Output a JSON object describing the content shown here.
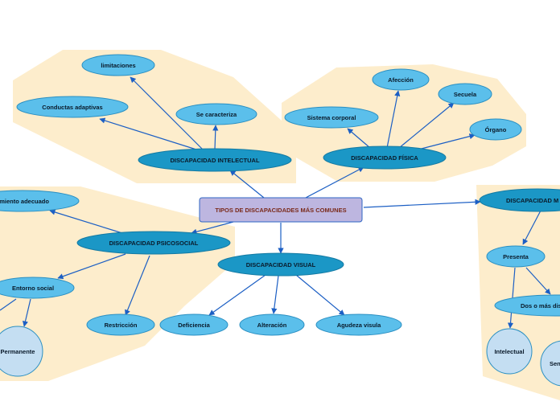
{
  "colors": {
    "region_fill": "#fdedcc",
    "main_node": "#1b97c6",
    "main_node_stroke": "#147aa3",
    "leaf_node": "#5bbfeb",
    "leaf_stroke": "#2a8fc2",
    "circle_node": "#c4def2",
    "central_fill": "#bdb6e0",
    "central_stroke": "#2f66c3",
    "edge": "#1c5fc4"
  },
  "central": {
    "label": "TIPOS DE DISCAPACIDADES MÁS COMUNES"
  },
  "intelectual": {
    "label": "DISCAPACIDAD INTELECTUAL",
    "se_caracteriza": "Se caracteriza",
    "limitaciones": "limitaciones",
    "conductas": "Conductas adaptivas"
  },
  "fisica": {
    "label": "DISCAPACIDAD FÍSICA",
    "afeccion": "Afección",
    "secuela": "Secuela",
    "organo": "Órgano",
    "sistema": "Sistema corporal"
  },
  "psicosocial": {
    "label": "DISCAPACIDAD PSICOSOCIAL",
    "funcionamiento": "amiento adecuado",
    "entorno": "Entorno social",
    "restriccion": "Restricción",
    "permanente": "Permanente"
  },
  "visual": {
    "label": "DISCAPACIDAD VISUAL",
    "deficiencia": "Deficiencia",
    "alteracion": "Alteración",
    "agudeza": "Agudeza visula"
  },
  "multiple": {
    "label": "DISCAPACIDAD M",
    "presenta": "Presenta",
    "dos_o_mas": "Dos o más dis",
    "intelectual": "Intelectual",
    "sensorial": "Sen"
  }
}
